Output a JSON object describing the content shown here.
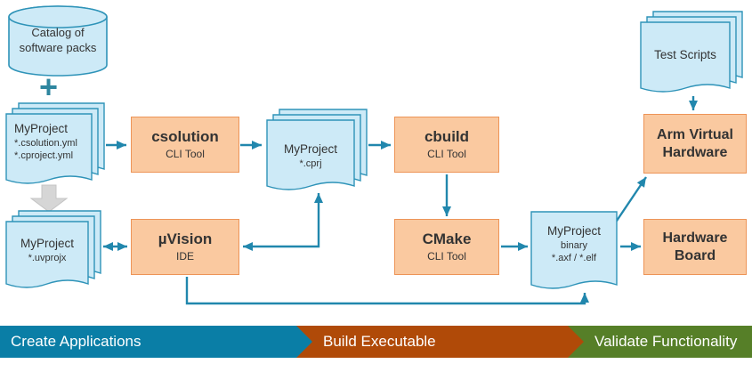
{
  "nodes": {
    "catalog": {
      "line1": "Catalog of",
      "line2": "software packs"
    },
    "plus_sign": "+",
    "project_yml": {
      "title": "MyProject",
      "sub1": "*.csolution.yml",
      "sub2": "*.cproject.yml"
    },
    "csolution": {
      "title": "csolution",
      "subtitle": "CLI Tool"
    },
    "project_cprj": {
      "title": "MyProject",
      "sub1": "*.cprj"
    },
    "cbuild": {
      "title": "cbuild",
      "subtitle": "CLI Tool"
    },
    "cmake": {
      "title": "CMake",
      "subtitle": "CLI Tool"
    },
    "uvision": {
      "title": "µVision",
      "subtitle": "IDE"
    },
    "project_uvprojx": {
      "title": "MyProject",
      "sub1": "*.uvprojx"
    },
    "binary": {
      "title": "MyProject",
      "sub1": "binary",
      "sub2": "*.axf / *.elf"
    },
    "test_scripts": {
      "title": "Test Scripts"
    },
    "avh": {
      "line1": "Arm Virtual",
      "line2": "Hardware"
    },
    "hardware_board": {
      "line1": "Hardware",
      "line2": "Board"
    }
  },
  "phases": [
    {
      "label": "Create Applications",
      "color": "#0a7ea6"
    },
    {
      "label": "Build Executable",
      "color": "#b04a08"
    },
    {
      "label": "Validate Functionality",
      "color": "#567f28"
    }
  ],
  "colors": {
    "document_fill": "#cdeaf7",
    "document_stroke": "#2e93b8",
    "tool_fill": "#fac9a0",
    "tool_stroke": "#ed9457",
    "connector": "#2187ad",
    "merge_arrow": "#d6d6d6",
    "plus": "#2e869f",
    "text": "#333333"
  }
}
